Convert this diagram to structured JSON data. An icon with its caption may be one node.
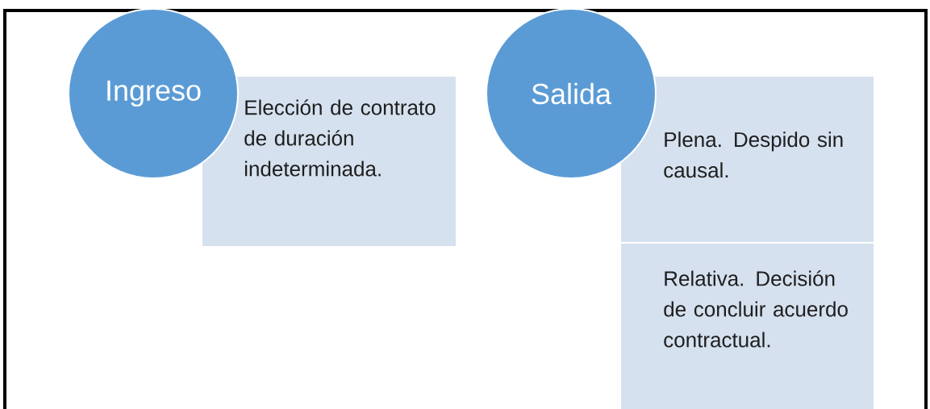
{
  "diagram": {
    "nodes": [
      {
        "text": [
          "Ingreso"
        ]
      },
      {
        "text": [
          "Elección de contrato de duración indeterminada."
        ]
      },
      {
        "text": [
          "Salida"
        ]
      },
      {
        "text": [
          "Plena. Despido sin causal."
        ]
      },
      {
        "text": [
          "Relativa. Decisión de concluir acuerdo contractual."
        ]
      }
    ]
  }
}
